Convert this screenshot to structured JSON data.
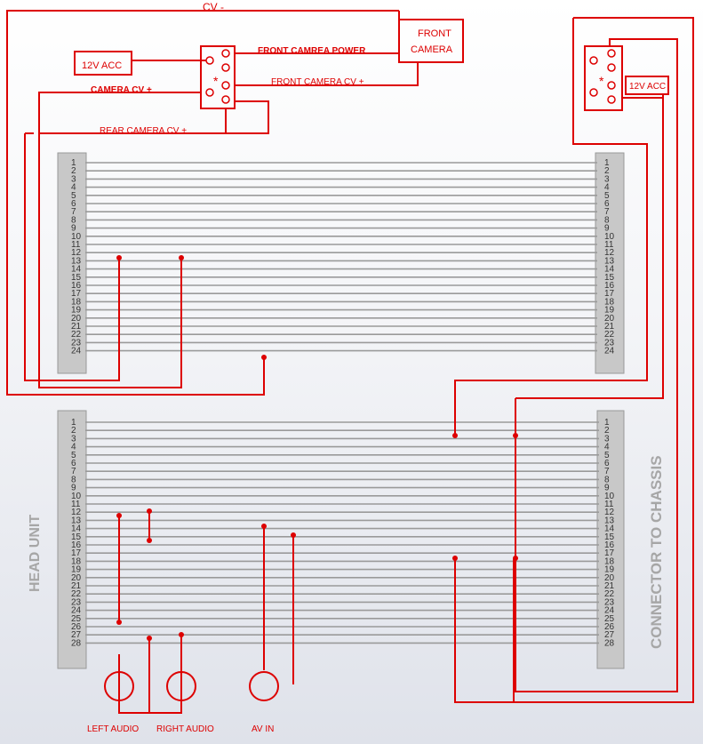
{
  "labels": {
    "cv_minus": "CV -",
    "front_camera": "FRONT",
    "front_camera_2": "CAMERA",
    "acc_left": "12V ACC",
    "acc_right": "12V ACC",
    "front_camera_power": "FRONT CAMREA POWER",
    "front_camera_cv": "FRONT CAMERA CV +",
    "camera_cv": "CAMERA CV +",
    "rear_camera_cv": "REAR CAMERA CV +",
    "head_unit": "HEAD UNIT",
    "connector_to_chassis": "CONNECTOR TO CHASSIS",
    "left_audio": "LEFT AUDIO",
    "right_audio": "RIGHT AUDIO",
    "av_in": "AV IN",
    "relay_star": "*"
  },
  "connectors": {
    "top_pins": [
      "1",
      "2",
      "3",
      "4",
      "5",
      "6",
      "7",
      "8",
      "9",
      "10",
      "11",
      "12",
      "13",
      "14",
      "15",
      "16",
      "17",
      "18",
      "19",
      "20",
      "21",
      "22",
      "23",
      "24"
    ],
    "bottom_pins": [
      "1",
      "2",
      "3",
      "4",
      "5",
      "6",
      "7",
      "8",
      "9",
      "10",
      "11",
      "12",
      "13",
      "14",
      "15",
      "16",
      "17",
      "18",
      "19",
      "20",
      "21",
      "22",
      "23",
      "24",
      "25",
      "26",
      "27",
      "28"
    ]
  },
  "colors": {
    "wire": "#dd0000",
    "bus": "#9a9a9a",
    "connector": "#c8c8c8",
    "label_gray": "#a6a6a6"
  }
}
